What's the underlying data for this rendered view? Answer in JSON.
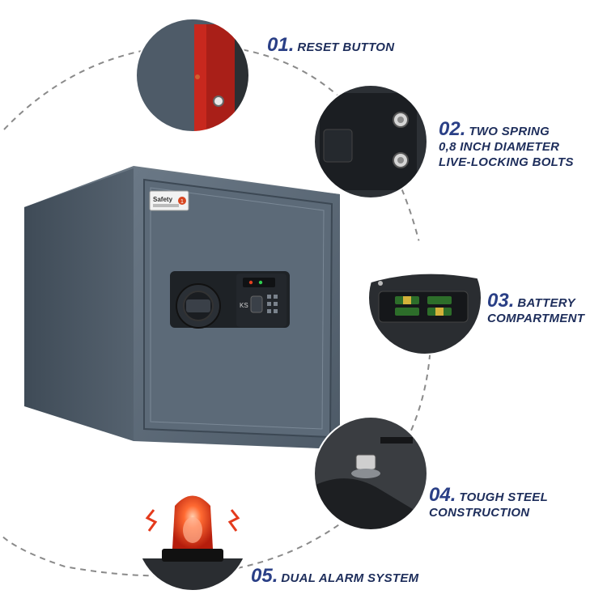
{
  "features": [
    {
      "number": "01.",
      "lines": [
        "RESET BUTTON"
      ]
    },
    {
      "number": "02.",
      "lines": [
        "TWO SPRING",
        "0,8 INCH DIAMETER",
        "LIVE-LOCKING BOLTS"
      ]
    },
    {
      "number": "03.",
      "lines": [
        "BATTERY",
        "COMPARTMENT"
      ]
    },
    {
      "number": "04.",
      "lines": [
        "TOUGH STEEL",
        "CONSTRUCTION"
      ]
    },
    {
      "number": "05.",
      "lines": [
        "DUAL ALARM SYSTEM"
      ]
    }
  ],
  "safe_label": {
    "brand": "Safety",
    "brand_mark": "1"
  },
  "keypad_logo": "KS",
  "colors": {
    "safe_body": "#4f5d6b",
    "label_text": "#1d2d5b",
    "number_text": "#2a3f86",
    "reset_red": "#c8281e",
    "alarm_red": "#e43a1c"
  },
  "icons": [
    "reset-button-icon",
    "locking-bolts-icon",
    "battery-icon",
    "steel-bolt-icon",
    "alarm-light-icon"
  ]
}
